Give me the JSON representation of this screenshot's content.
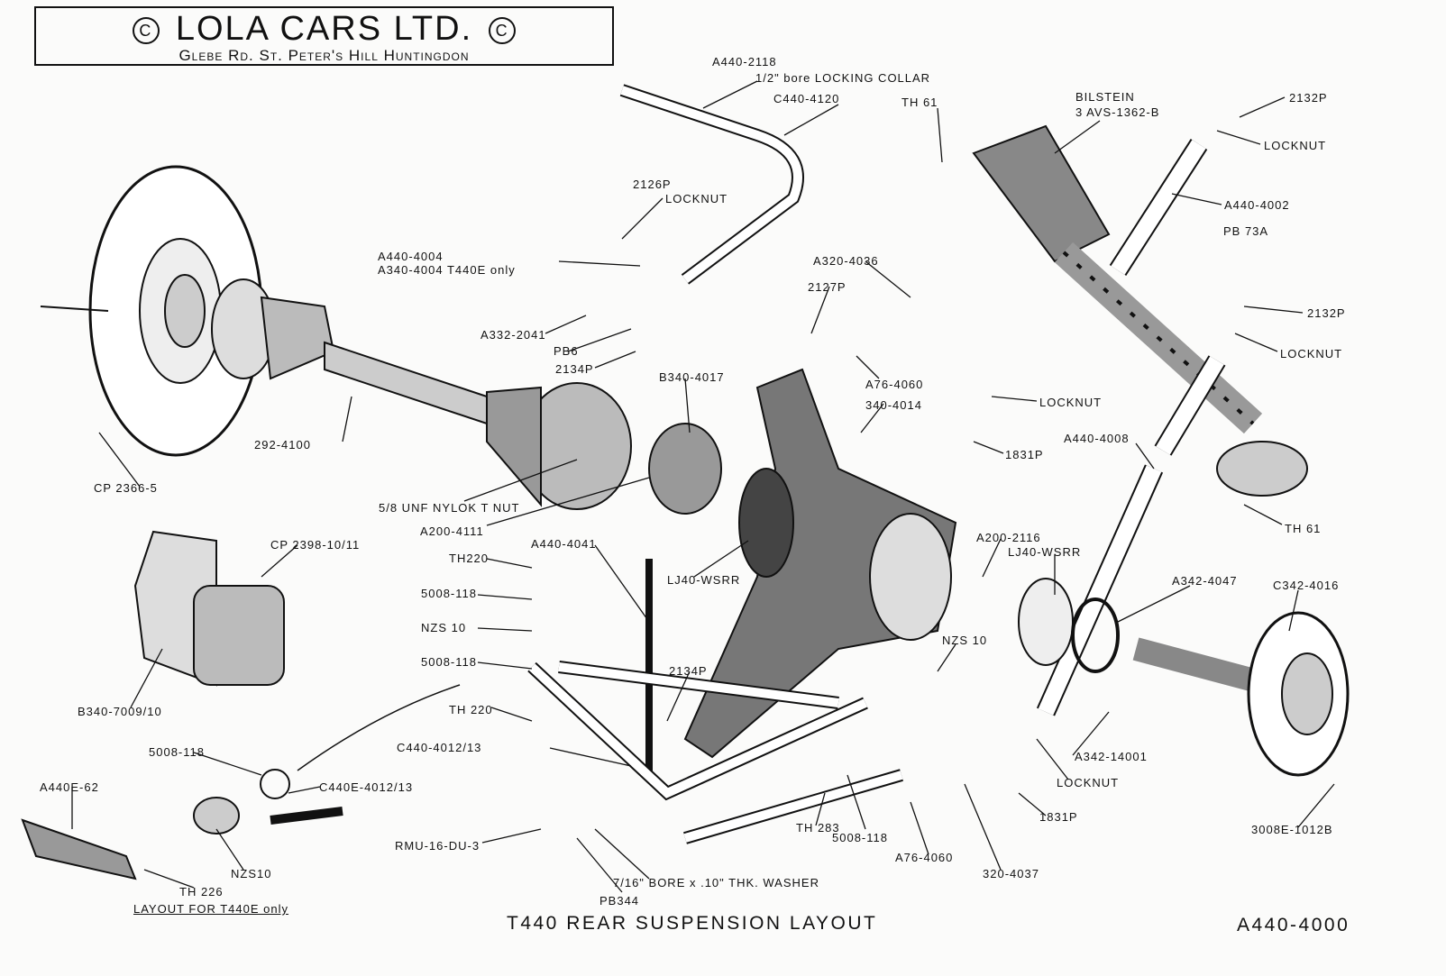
{
  "header": {
    "copyright_symbol": "C",
    "title": "LOLA CARS LTD.",
    "address": "Glebe Rd. St. Peter's Hill Huntingdon"
  },
  "labels": [
    "A440-2118",
    "1/2\" bore LOCKING COLLAR",
    "C440-4120",
    "TH 61",
    "BILSTEIN",
    "3 AVS-1362-B",
    "2132P",
    "LOCKNUT",
    "2126P",
    "LOCKNUT",
    "A440-4002",
    "PB 73A",
    "A440-4004",
    "A340-4004 T440E only",
    "A320-4036",
    "2127P",
    "2132P",
    "A332-2041",
    "PB6",
    "LOCKNUT",
    "2134P",
    "B340-4017",
    "A76-4060",
    "340-4014",
    "LOCKNUT",
    "292-4100",
    "A440-4008",
    "1831P",
    "CP 2366-5",
    "5/8 UNF NYLOK T NUT",
    "A200-4111",
    "TH 61",
    "CP 2398-10/11",
    "A440-4041",
    "A200-2116",
    "LJ40-WSRR",
    "TH220",
    "LJ40-WSRR",
    "A342-4047",
    "C342-4016",
    "5008-118",
    "NZS 10",
    "NZS 10",
    "5008-118",
    "2134P",
    "TH 220",
    "B340-7009/10",
    "5008-118",
    "C440-4012/13",
    "A342-14001",
    "LOCKNUT",
    "A440E-62",
    "C440E-4012/13",
    "TH 283",
    "1831P",
    "5008-118",
    "3008E-1012B",
    "RMU-16-DU-3",
    "A76-4060",
    "320-4037",
    "NZS10",
    "7/16\" BORE x .10\" THK. WASHER",
    "TH 226",
    "PB344",
    "LAYOUT FOR T440E only"
  ],
  "footer": {
    "title": "T440   REAR  SUSPENSION  LAYOUT",
    "drawing_number": "A440-4000"
  }
}
